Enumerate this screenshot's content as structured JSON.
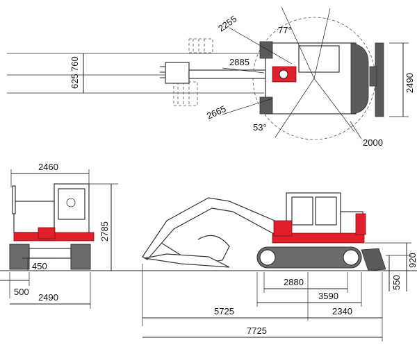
{
  "colors": {
    "accent_red": "#e0202a",
    "machine_grey": "#5a5a5a",
    "line": "#222222",
    "background": "#ffffff"
  },
  "top_view": {
    "dim_625": "625",
    "dim_760": "760",
    "dim_2255": "2255",
    "dim_2885": "2885",
    "dim_2665": "2665",
    "angle_77": "77°",
    "angle_53": "53°",
    "dim_2490": "2490",
    "dim_2000": "2000"
  },
  "front_view": {
    "dim_2460": "2460",
    "dim_2785": "2785",
    "dim_450": "450",
    "dim_500": "500",
    "dim_2490": "2490"
  },
  "side_view": {
    "dim_920": "920",
    "dim_550": "550",
    "dim_2880": "2880",
    "dim_3590": "3590",
    "dim_5725": "5725",
    "dim_2340": "2340",
    "dim_7725": "7725"
  }
}
